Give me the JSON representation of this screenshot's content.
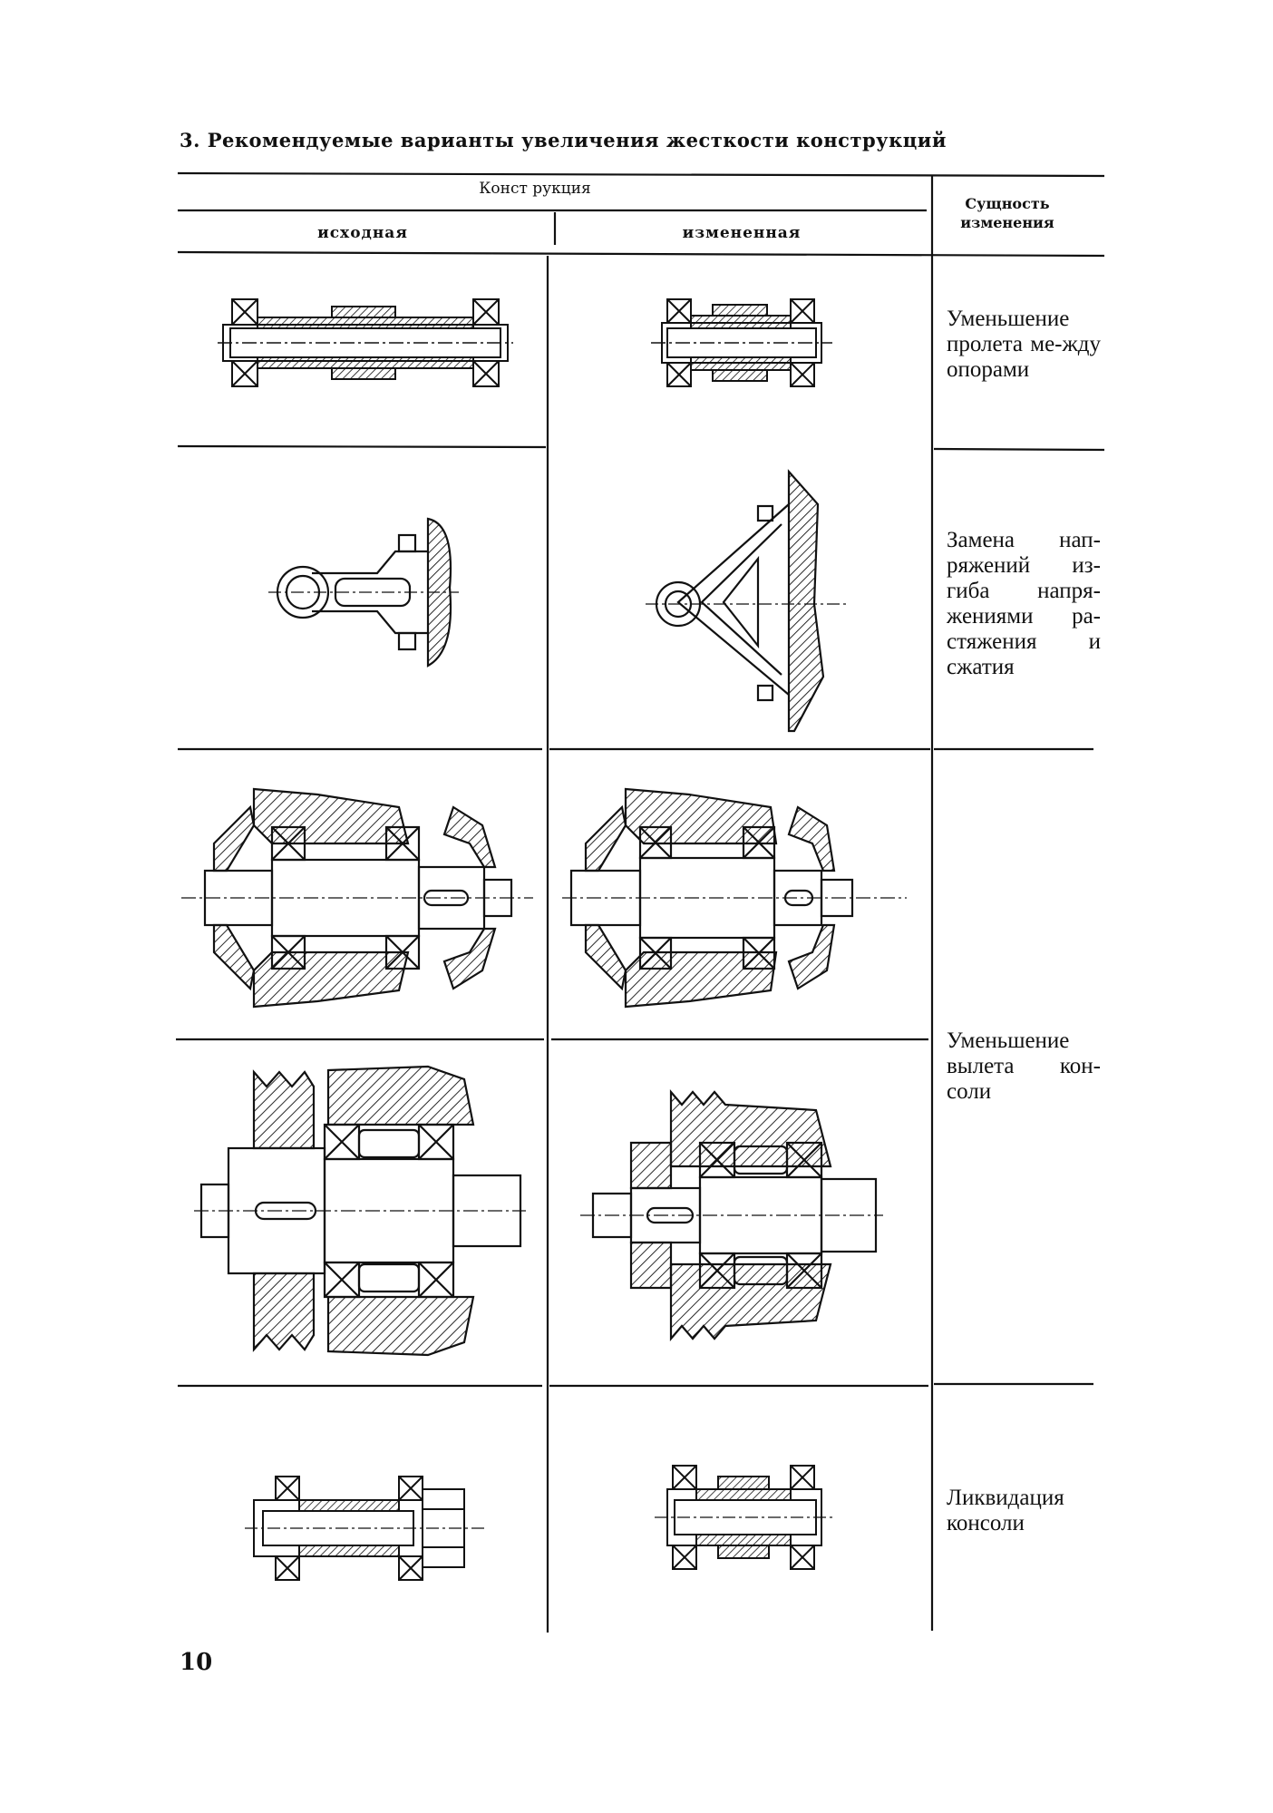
{
  "table": {
    "title": "3. Рекомендуемые варианты увеличения жесткости конструкций",
    "header": {
      "construction": "Конст рукция",
      "original": "исходная",
      "modified": "измененная",
      "essence": "Сущность изменения"
    },
    "rows": [
      {
        "essence": "Уменьшение пролета ме-жду опорами"
      },
      {
        "essence": "Замена нап-ряжений из-гиба напря-жениями ра-стяжения и сжатия"
      },
      {
        "essence": "Уменьшение вылета кон-соли"
      },
      {
        "essence": "Ликвидация консоли"
      }
    ]
  },
  "page_number": "10"
}
